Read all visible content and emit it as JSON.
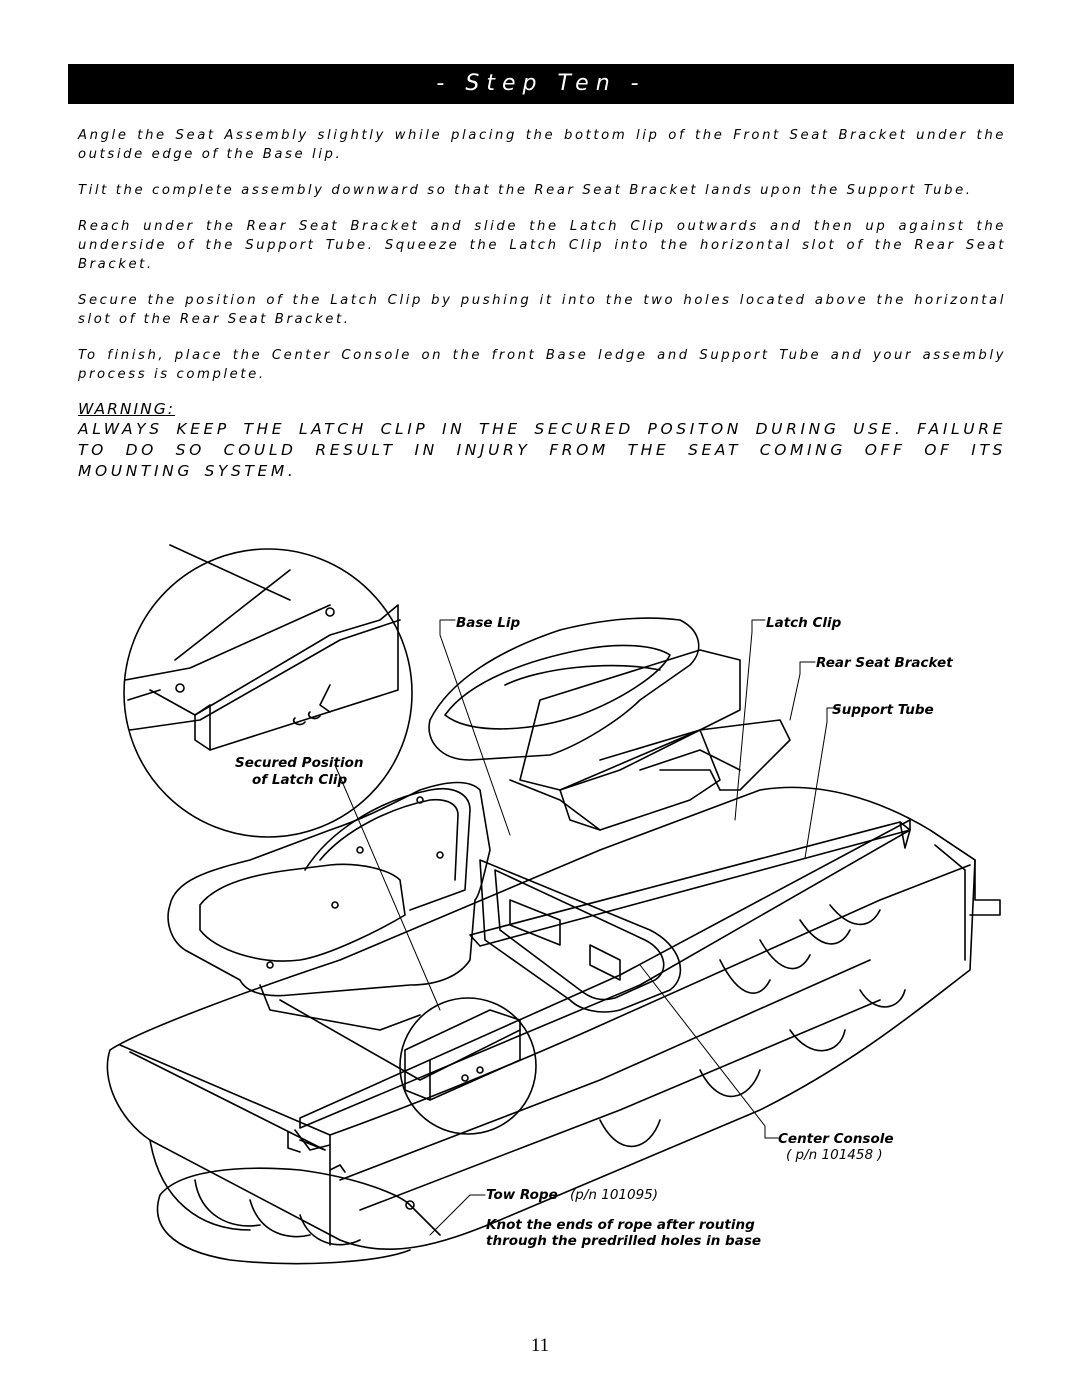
{
  "header": {
    "title": "- Step Ten -"
  },
  "instructions": [
    "Angle the Seat Assembly slightly while placing the bottom lip of the Front Seat Bracket under the outside edge of the Base lip.",
    "Tilt the complete assembly downward so that the Rear Seat Bracket lands upon the Support Tube.",
    "Reach under the Rear Seat Bracket and slide the Latch Clip outwards and then up against the underside of the Support Tube.  Squeeze the Latch Clip into the horizontal slot of the Rear Seat Bracket.",
    "Secure the position of the Latch Clip by pushing it into the two holes located above the horizontal slot of the Rear Seat Bracket.",
    "To finish, place the Center Console on the front Base ledge and Support Tube and your assembly process is complete."
  ],
  "warning": {
    "heading": "WARNING:",
    "text": "ALWAYS KEEP THE LATCH CLIP IN THE SECURED POSITON DURING USE.  FAILURE TO DO SO COULD RESULT IN INJURY FROM THE SEAT COMING OFF OF ITS MOUNTING SYSTEM."
  },
  "figure": {
    "labels": {
      "base_lip": "Base Lip",
      "latch_clip": "Latch Clip",
      "rear_seat_bracket": "Rear Seat Bracket",
      "support_tube": "Support Tube",
      "secured_position": "Secured Position",
      "of_latch_clip": "of Latch Clip",
      "center_console": "Center Console",
      "center_console_pn": "( p/n 101458 )",
      "tow_rope": "Tow Rope",
      "tow_rope_pn": "(p/n 101095)",
      "knot_line1": "Knot the ends of rope after routing",
      "knot_line2": "through the predrilled holes in base"
    }
  },
  "footer": {
    "page_number": "11"
  }
}
